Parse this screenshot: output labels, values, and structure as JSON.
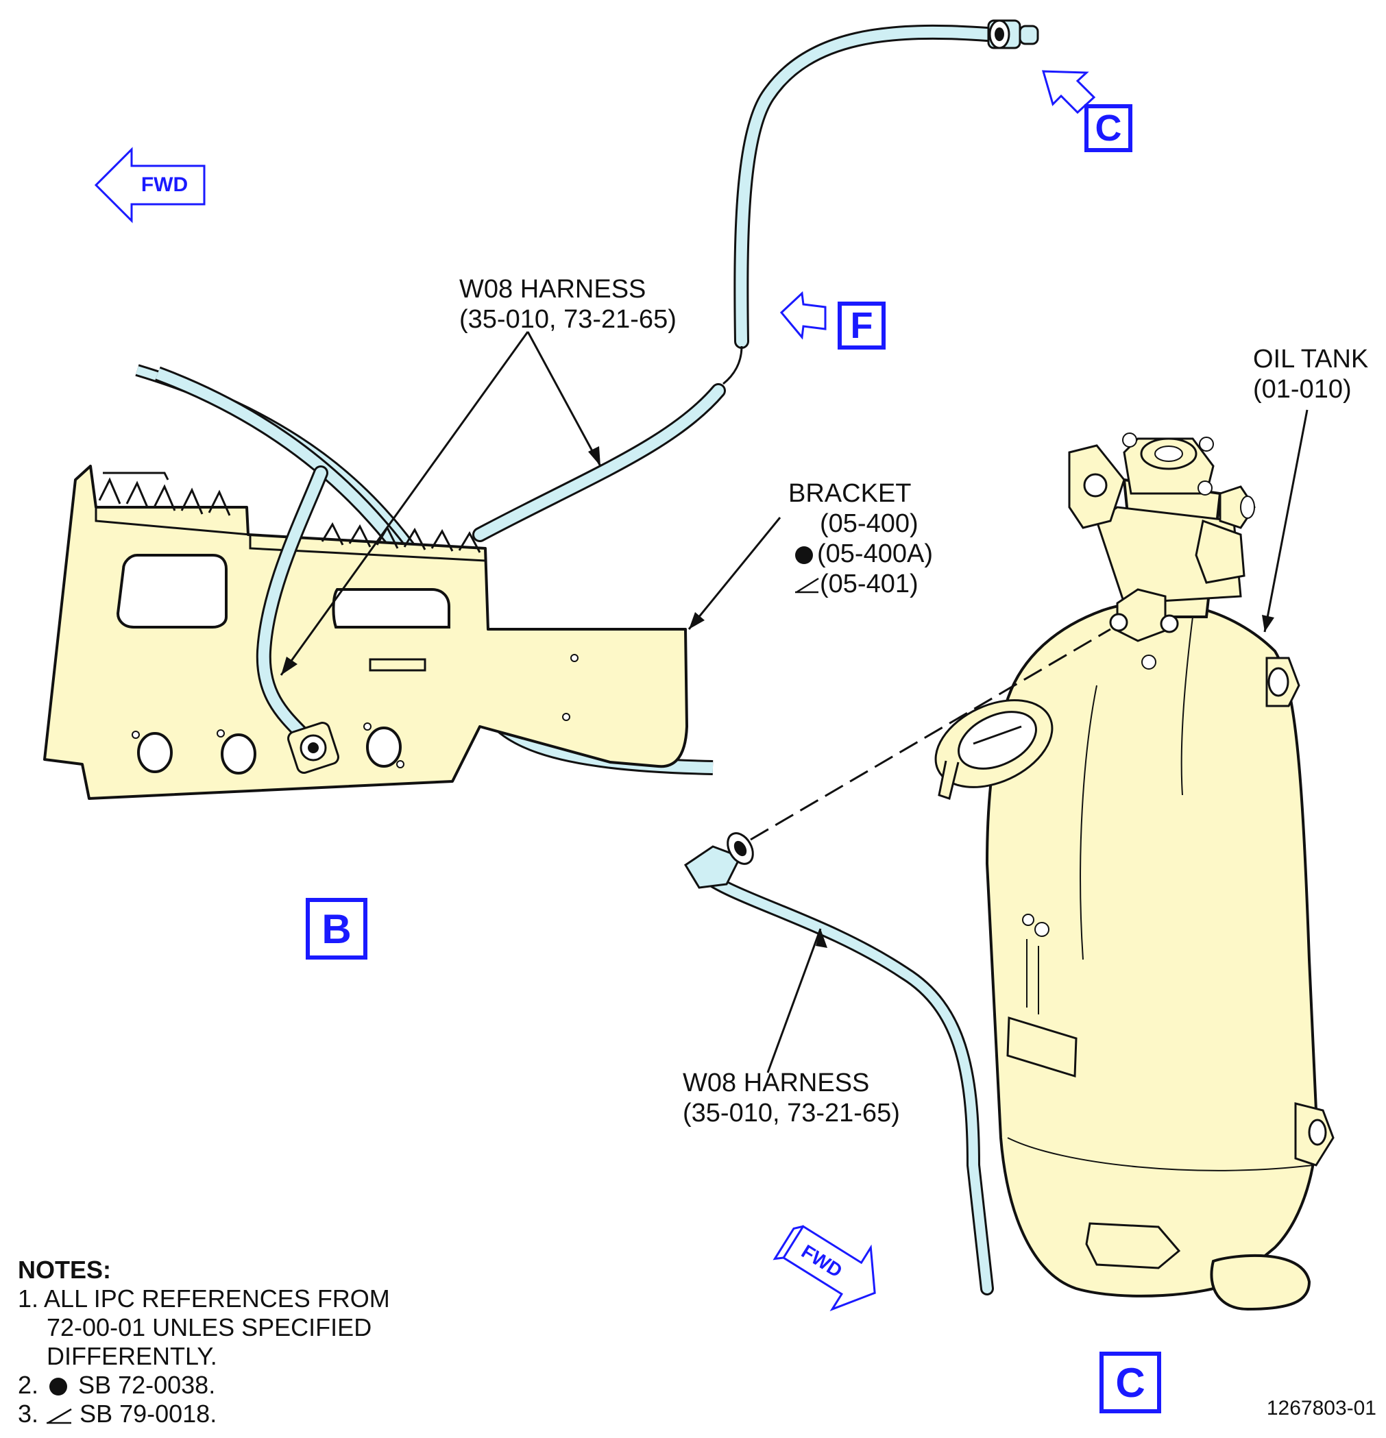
{
  "labels": {
    "harness_top": [
      "W08 HARNESS",
      "(35-010, 73-21-65)"
    ],
    "harness_bottom": [
      "W08 HARNESS",
      "(35-010, 73-21-65)"
    ],
    "oil_tank": [
      "OIL TANK",
      "(01-010)"
    ],
    "bracket": {
      "title": "BRACKET",
      "refs": [
        "(05-400)",
        "(05-400A)",
        "(05-401)"
      ]
    }
  },
  "view_letters": {
    "c_top": "C",
    "f": "F",
    "b": "B",
    "c_bottom": "C"
  },
  "fwd_arrows": {
    "top_left": "FWD",
    "bottom": "FWD"
  },
  "notes": {
    "heading": "NOTES:",
    "items": [
      "1. ALL IPC REFERENCES FROM",
      "72-00-01 UNLES SPECIFIED",
      "DIFFERENTLY.",
      "2.",
      "SB 72-0038.",
      "3.",
      "SB 79-0018."
    ]
  },
  "figure_number": "1267803-01",
  "colors": {
    "part_fill": "#fdf8c8",
    "harness_fill": "#cfeff4",
    "view_blue": "#1a1aff",
    "line": "#111111"
  }
}
